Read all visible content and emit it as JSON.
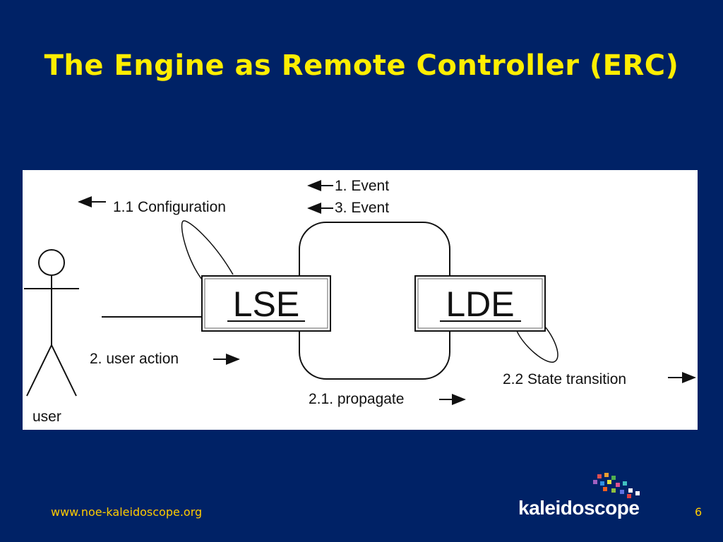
{
  "slide": {
    "title": "The Engine as Remote Controller (ERC)"
  },
  "diagram": {
    "actor_label": "user",
    "box_left": "LSE",
    "box_right": "LDE",
    "labels": {
      "configuration": "1.1 Configuration",
      "event1": "1. Event",
      "event3": "3. Event",
      "user_action": "2. user action",
      "propagate": "2.1. propagate",
      "state_transition": "2.2 State  transition"
    }
  },
  "footer": {
    "url": "www.noe-kaleidoscope.org",
    "page_number": "6",
    "logo_text": "kaleidoscope"
  },
  "colors": {
    "background": "#002266",
    "title": "#ffee00",
    "footer_text": "#ffcc00"
  }
}
